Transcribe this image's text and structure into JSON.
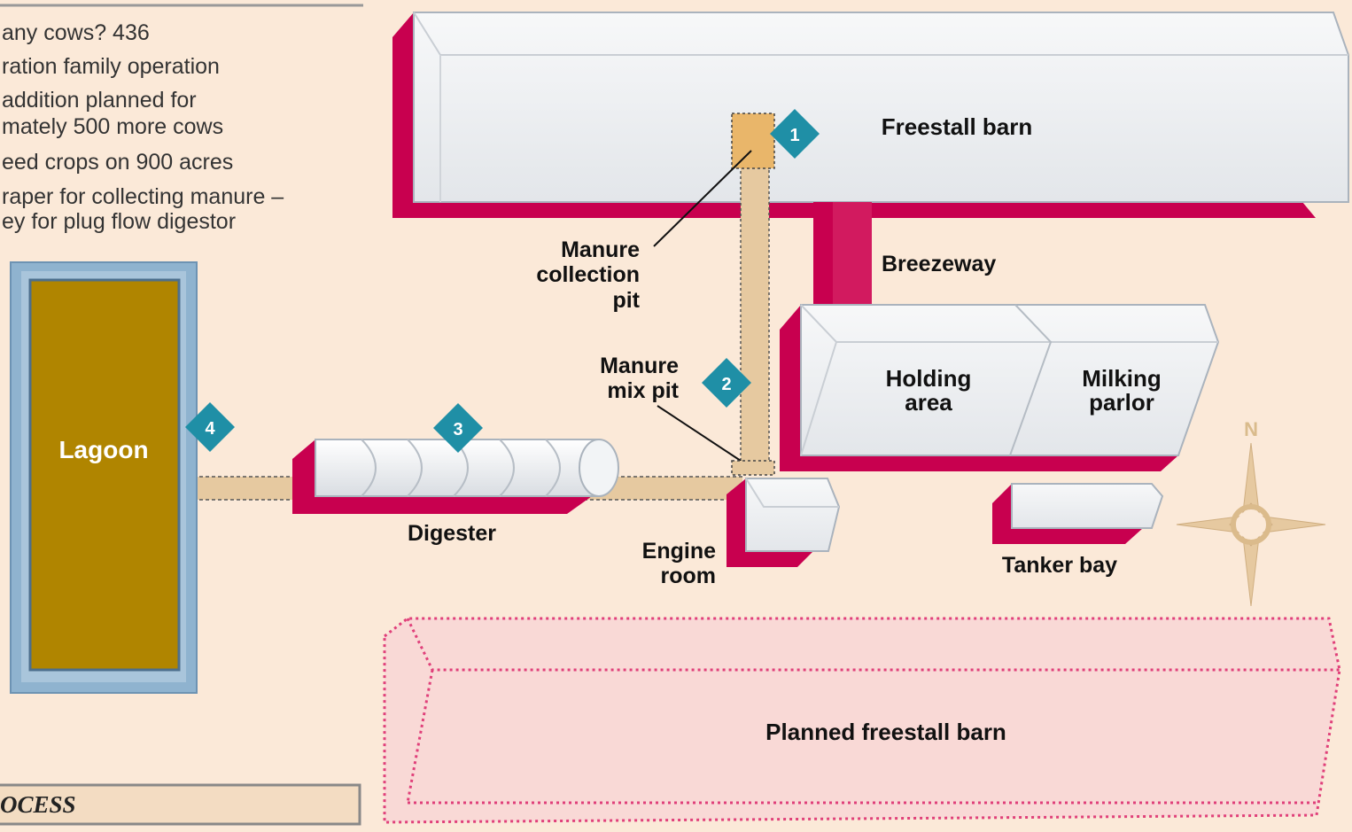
{
  "facts": {
    "line1": "any cows? 436",
    "line2": "ration family operation",
    "line3a": "addition planned for",
    "line3b": "mately 500 more cows",
    "line4": "eed crops on 900 acres",
    "line5a": "raper for collecting manure –",
    "line5b": "ey for plug flow digestor"
  },
  "process_heading": "OCESS",
  "labels": {
    "freestall_barn": "Freestall barn",
    "breezeway": "Breezeway",
    "manure_collection_pit_1": "Manure",
    "manure_collection_pit_2": "collection",
    "manure_collection_pit_3": "pit",
    "manure_mix_pit_1": "Manure",
    "manure_mix_pit_2": "mix pit",
    "holding_area_1": "Holding",
    "holding_area_2": "area",
    "milking_parlor_1": "Milking",
    "milking_parlor_2": "parlor",
    "lagoon": "Lagoon",
    "digester": "Digester",
    "engine_room_1": "Engine",
    "engine_room_2": "room",
    "tanker_bay": "Tanker bay",
    "planned_freestall_barn": "Planned freestall barn",
    "compass_n": "N"
  },
  "steps": [
    "1",
    "2",
    "3",
    "4"
  ],
  "colors": {
    "background": "#fbe9d8",
    "building_face": "#eef0f2",
    "building_shadow": "#c8004f",
    "lagoon_fill": "#b08500",
    "lagoon_border": "#8fb3cf",
    "step_marker": "#1f8fa6",
    "pipe": "#e6c9a0",
    "planned_outline": "#e0407a"
  }
}
